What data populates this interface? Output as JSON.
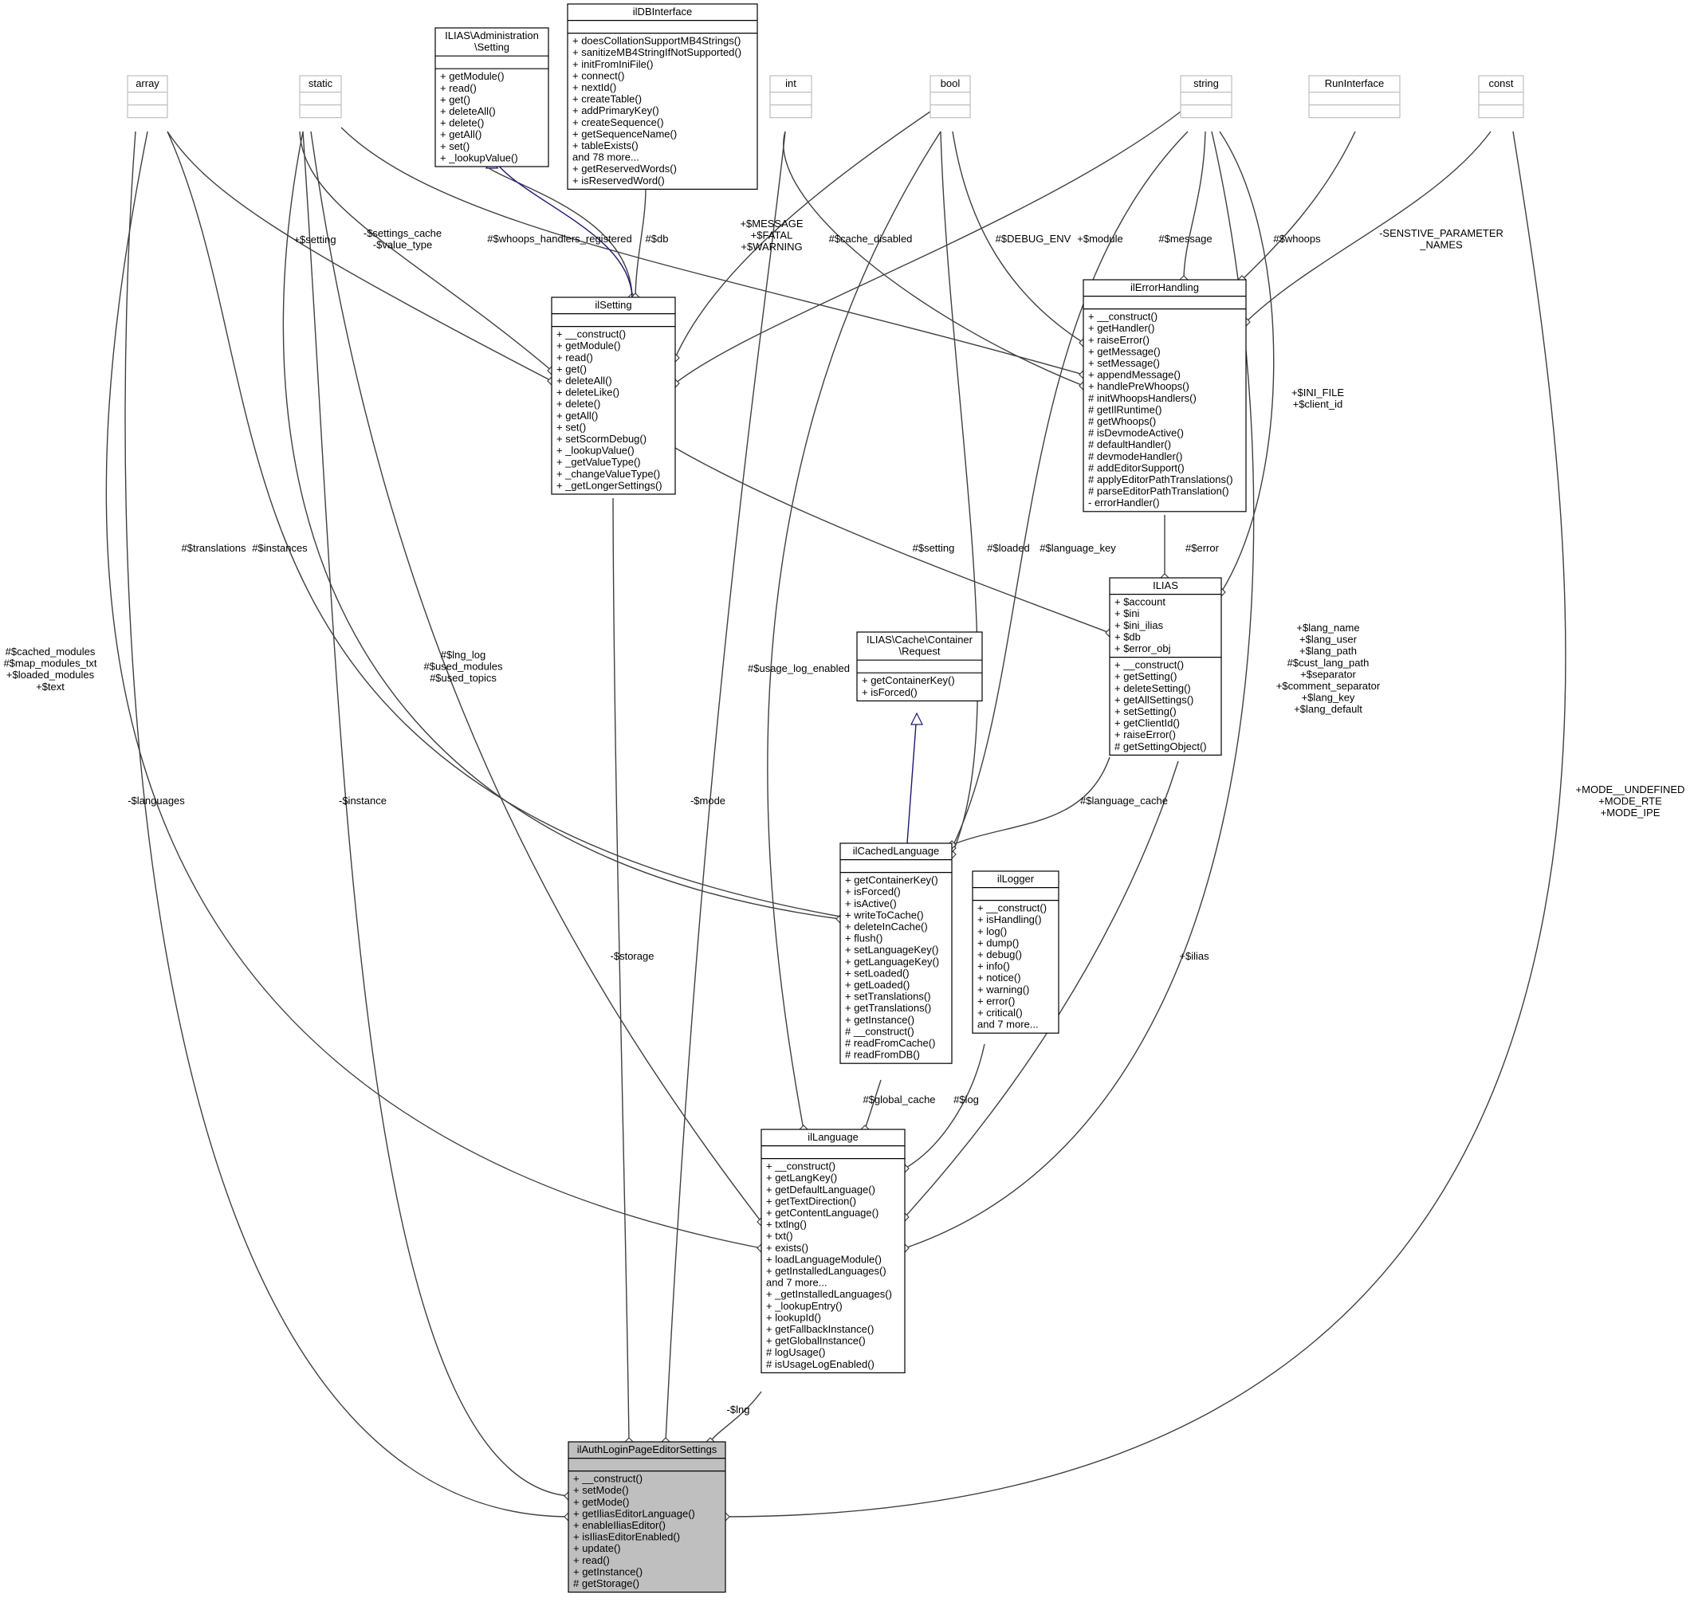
{
  "diagram": {
    "focus_color": "#bfbfbf",
    "stub_border_color": "#bfbfbf",
    "class_border_color": "#000000",
    "edge_color": "#404040",
    "inherit_color": "#191970",
    "nodes": [
      {
        "id": "array",
        "name": [
          "array"
        ],
        "stub": true,
        "sections": [
          [],
          []
        ]
      },
      {
        "id": "static",
        "name": [
          "static"
        ],
        "stub": true,
        "sections": [
          [],
          []
        ]
      },
      {
        "id": "admin_setting",
        "name": [
          "ILIAS\\Administration",
          "\\Setting"
        ],
        "sections": [
          [],
          [
            "+ getModule()",
            "+ read()",
            "+ get()",
            "+ deleteAll()",
            "+ delete()",
            "+ getAll()",
            "+ set()",
            "+ _lookupValue()"
          ]
        ]
      },
      {
        "id": "dbinterface",
        "name": [
          "ilDBInterface"
        ],
        "sections": [
          [],
          [
            "+ doesCollationSupportMB4Strings()",
            "+ sanitizeMB4StringIfNotSupported()",
            "+ initFromIniFile()",
            "+ connect()",
            "+ nextId()",
            "+ createTable()",
            "+ addPrimaryKey()",
            "+ createSequence()",
            "+ getSequenceName()",
            "+ tableExists()",
            "and 78 more...",
            "+ getReservedWords()",
            "+ isReservedWord()"
          ]
        ]
      },
      {
        "id": "int",
        "name": [
          "int"
        ],
        "stub": true,
        "sections": [
          [],
          []
        ]
      },
      {
        "id": "bool",
        "name": [
          "bool"
        ],
        "stub": true,
        "sections": [
          [],
          []
        ]
      },
      {
        "id": "string",
        "name": [
          "string"
        ],
        "stub": true,
        "sections": [
          [],
          []
        ]
      },
      {
        "id": "runinterface",
        "name": [
          "RunInterface"
        ],
        "stub": true,
        "sections": [
          [],
          []
        ]
      },
      {
        "id": "const",
        "name": [
          "const"
        ],
        "stub": true,
        "sections": [
          [],
          []
        ]
      },
      {
        "id": "ilsetting",
        "name": [
          "ilSetting"
        ],
        "sections": [
          [],
          [
            "+ __construct()",
            "+ getModule()",
            "+ read()",
            "+ get()",
            "+ deleteAll()",
            "+ deleteLike()",
            "+ delete()",
            "+ getAll()",
            "+ set()",
            "+ setScormDebug()",
            "+ _lookupValue()",
            "+ _getValueType()",
            "+ _changeValueType()",
            "+ _getLongerSettings()"
          ]
        ]
      },
      {
        "id": "ilerrorhandling",
        "name": [
          "ilErrorHandling"
        ],
        "sections": [
          [],
          [
            "+ __construct()",
            "+ getHandler()",
            "+ raiseError()",
            "+ getMessage()",
            "+ setMessage()",
            "+ appendMessage()",
            "+ handlePreWhoops()",
            "# initWhoopsHandlers()",
            "# getIlRuntime()",
            "# getWhoops()",
            "# isDevmodeActive()",
            "# defaultHandler()",
            "# devmodeHandler()",
            "# addEditorSupport()",
            "# applyEditorPathTranslations()",
            "# parseEditorPathTranslation()",
            "- errorHandler()"
          ]
        ]
      },
      {
        "id": "ilias",
        "name": [
          "ILIAS"
        ],
        "sections": [
          [
            "+ $account",
            "+ $ini",
            "+ $ini_ilias",
            "+ $db",
            "+ $error_obj"
          ],
          [
            "+ __construct()",
            "+ getSetting()",
            "+ deleteSetting()",
            "+ getAllSettings()",
            "+ setSetting()",
            "+ getClientId()",
            "+ raiseError()",
            "# getSettingObject()"
          ]
        ]
      },
      {
        "id": "cache_request",
        "name": [
          "ILIAS\\Cache\\Container",
          "\\Request"
        ],
        "sections": [
          [],
          [
            "+ getContainerKey()",
            "+ isForced()"
          ]
        ]
      },
      {
        "id": "ilcachedlanguage",
        "name": [
          "ilCachedLanguage"
        ],
        "sections": [
          [],
          [
            "+ getContainerKey()",
            "+ isForced()",
            "+ isActive()",
            "+ writeToCache()",
            "+ deleteInCache()",
            "+ flush()",
            "+ setLanguageKey()",
            "+ getLanguageKey()",
            "+ setLoaded()",
            "+ getLoaded()",
            "+ setTranslations()",
            "+ getTranslations()",
            "+ getInstance()",
            "# __construct()",
            "# readFromCache()",
            "# readFromDB()"
          ]
        ]
      },
      {
        "id": "illogger",
        "name": [
          "ilLogger"
        ],
        "sections": [
          [],
          [
            "+ __construct()",
            "+ isHandling()",
            "+ log()",
            "+ dump()",
            "+ debug()",
            "+ info()",
            "+ notice()",
            "+ warning()",
            "+ error()",
            "+ critical()",
            "and 7 more..."
          ]
        ]
      },
      {
        "id": "illanguage",
        "name": [
          "ilLanguage"
        ],
        "sections": [
          [],
          [
            "+ __construct()",
            "+ getLangKey()",
            "+ getDefaultLanguage()",
            "+ getTextDirection()",
            "+ getContentLanguage()",
            "+ txtlng()",
            "+ txt()",
            "+ exists()",
            "+ loadLanguageModule()",
            "+ getInstalledLanguages()",
            "and 7 more...",
            "+ _getInstalledLanguages()",
            "+ _lookupEntry()",
            "+ lookupId()",
            "+ getFallbackInstance()",
            "+ getGlobalInstance()",
            "# logUsage()",
            "# isUsageLogEnabled()"
          ]
        ]
      },
      {
        "id": "focus",
        "name": [
          "ilAuthLoginPageEditorSettings"
        ],
        "focus": true,
        "sections": [
          [],
          [
            "+ __construct()",
            "+ setMode()",
            "+ getMode()",
            "+ getIliasEditorLanguage()",
            "+ enableIliasEditor()",
            "+ isIliasEditorEnabled()",
            "+ update()",
            "+ read()",
            "+ getInstance()",
            "# getStorage()"
          ]
        ]
      }
    ],
    "edge_labels": [
      {
        "id": "l_setting",
        "lines": [
          "+$setting"
        ]
      },
      {
        "id": "l_settings_cache",
        "lines": [
          "-$settings_cache",
          "-$value_type"
        ]
      },
      {
        "id": "l_whoops_registered",
        "lines": [
          "#$whoops_handlers_registered"
        ]
      },
      {
        "id": "l_db",
        "lines": [
          "#$db"
        ]
      },
      {
        "id": "l_message_fatal",
        "lines": [
          "+$MESSAGE",
          "+$FATAL",
          "+$WARNING"
        ]
      },
      {
        "id": "l_cache_disabled",
        "lines": [
          "#$cache_disabled"
        ]
      },
      {
        "id": "l_debug_env",
        "lines": [
          "#$DEBUG_ENV"
        ]
      },
      {
        "id": "l_module",
        "lines": [
          "+$module"
        ]
      },
      {
        "id": "l_message",
        "lines": [
          "#$message"
        ]
      },
      {
        "id": "l_whoops",
        "lines": [
          "#$whoops"
        ]
      },
      {
        "id": "l_sensitive",
        "lines": [
          "-SENSTIVE_PARAMETER",
          "_NAMES"
        ]
      },
      {
        "id": "l_ini_file",
        "lines": [
          "+$INI_FILE",
          "+$client_id"
        ]
      },
      {
        "id": "l_translations",
        "lines": [
          "#$translations"
        ]
      },
      {
        "id": "l_instances",
        "lines": [
          "#$instances"
        ]
      },
      {
        "id": "l_ssetting",
        "lines": [
          "#$setting"
        ]
      },
      {
        "id": "l_loaded",
        "lines": [
          "#$loaded"
        ]
      },
      {
        "id": "l_language_key",
        "lines": [
          "#$language_key"
        ]
      },
      {
        "id": "l_error",
        "lines": [
          "#$error"
        ]
      },
      {
        "id": "l_cached_modules",
        "lines": [
          "#$cached_modules",
          "#$map_modules_txt",
          "+$loaded_modules",
          "+$text"
        ]
      },
      {
        "id": "l_lng_log",
        "lines": [
          "#$lng_log",
          "#$used_modules",
          "#$used_topics"
        ]
      },
      {
        "id": "l_usage_log",
        "lines": [
          "#$usage_log_enabled"
        ]
      },
      {
        "id": "l_lang_name",
        "lines": [
          "+$lang_name",
          "+$lang_user",
          "+$lang_path",
          "#$cust_lang_path",
          "+$separator",
          "+$comment_separator",
          "+$lang_key",
          "+$lang_default"
        ]
      },
      {
        "id": "l_language_cache",
        "lines": [
          "#$language_cache"
        ]
      },
      {
        "id": "l_languages",
        "lines": [
          "-$languages"
        ]
      },
      {
        "id": "l_instance",
        "lines": [
          "-$instance"
        ]
      },
      {
        "id": "l_mode",
        "lines": [
          "-$mode"
        ]
      },
      {
        "id": "l_modes",
        "lines": [
          "+MODE__UNDEFINED",
          "+MODE_RTE",
          "+MODE_IPE"
        ]
      },
      {
        "id": "l_storage",
        "lines": [
          "-$storage"
        ]
      },
      {
        "id": "l_ilias",
        "lines": [
          "+$ilias"
        ]
      },
      {
        "id": "l_global_cache",
        "lines": [
          "#$global_cache"
        ]
      },
      {
        "id": "l_log",
        "lines": [
          "#$log"
        ]
      },
      {
        "id": "l_lng",
        "lines": [
          "-$lng"
        ]
      }
    ]
  }
}
